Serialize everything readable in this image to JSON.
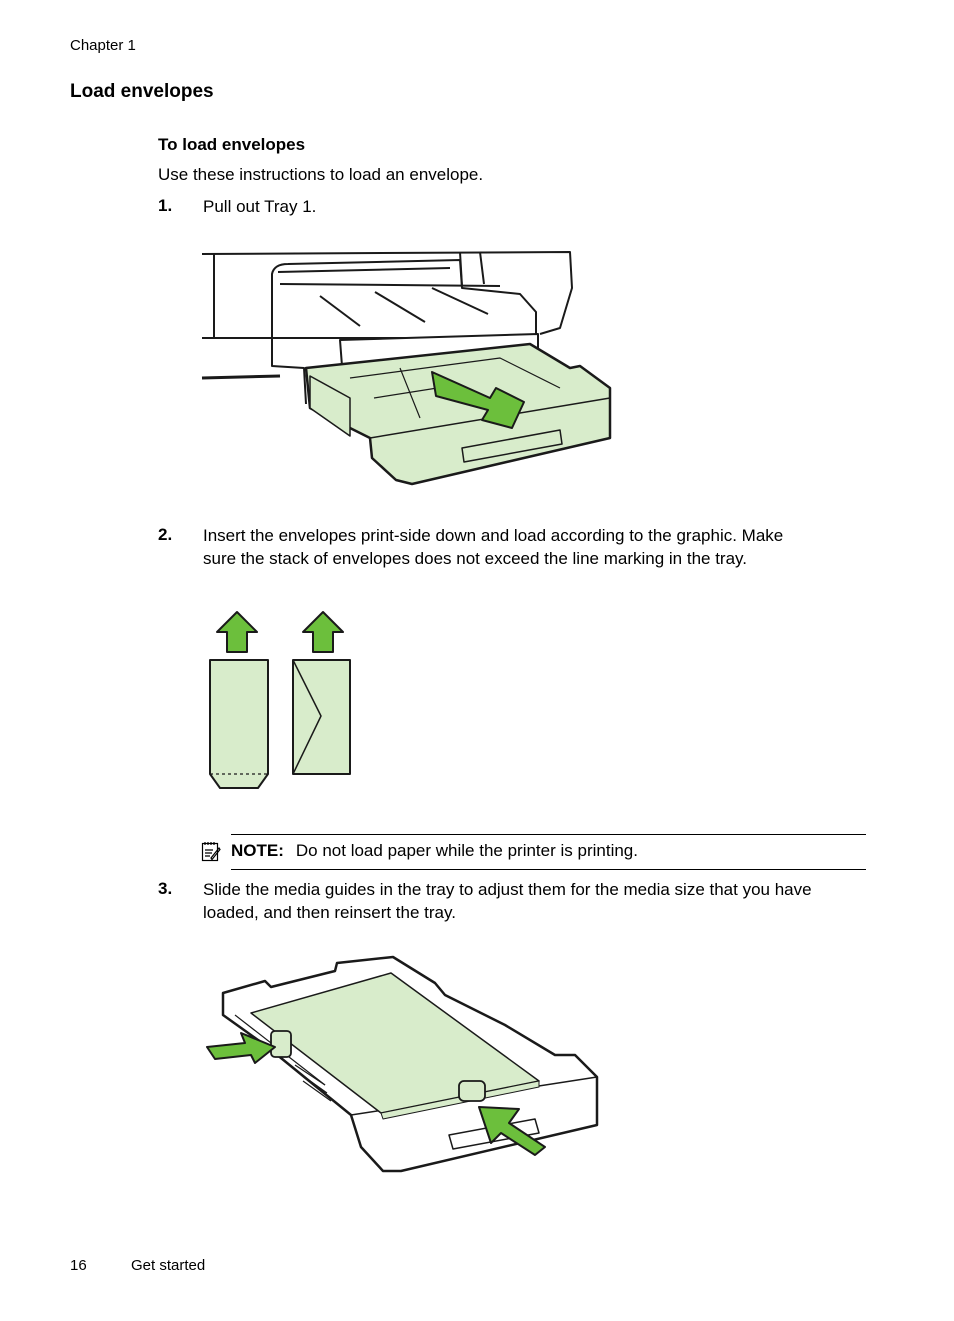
{
  "header": {
    "chapter": "Chapter 1"
  },
  "section": {
    "title": "Load envelopes"
  },
  "procedure": {
    "title": "To load envelopes",
    "intro": "Use these instructions to load an envelope.",
    "steps": [
      {
        "number": "1.",
        "line1": "Pull out Tray 1."
      },
      {
        "number": "2.",
        "line1": "Insert the envelopes print-side down and load according to the graphic. Make",
        "line2": "sure the stack of envelopes does not exceed the line marking in the tray."
      },
      {
        "number": "3.",
        "line1": "Slide the media guides in the tray to adjust them for the media size that you have",
        "line2": "loaded, and then reinsert the tray."
      }
    ]
  },
  "note": {
    "label": "NOTE:",
    "text": "Do not load paper while the printer is printing."
  },
  "footer": {
    "page_number": "16",
    "section_name": "Get started"
  },
  "colors": {
    "accent_green": "#6cbf3c",
    "light_green": "#d8eccb",
    "outline": "#1a1a1a"
  }
}
